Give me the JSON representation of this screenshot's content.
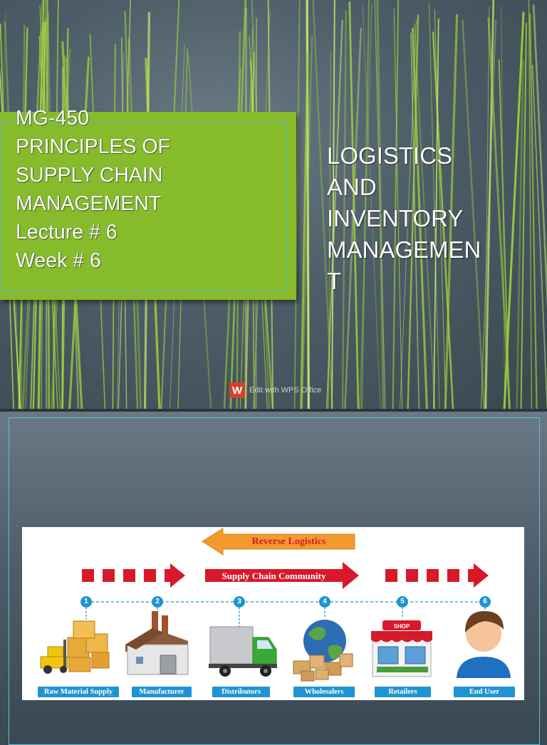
{
  "slide1": {
    "title_lines": [
      "MG-450",
      "PRINCIPLES OF",
      "SUPPLY CHAIN",
      "MANAGEMENT",
      "Lecture # 6",
      "Week # 6"
    ],
    "subtitle_lines": [
      "LOGISTICS",
      "AND",
      "INVENTORY",
      "MANAGEMEN",
      "T"
    ],
    "watermark": {
      "icon": "W",
      "text": "Edit with WPS Office"
    },
    "colors": {
      "title_box": "#86bb2c",
      "grass": "#9bcf3a",
      "background": "#4d5d68"
    }
  },
  "slide2": {
    "diagram": {
      "reverse_label": "Reverse Logistics",
      "community_label": "Supply Chain Community",
      "stages": [
        {
          "number": "1",
          "label": "Raw Material Supply",
          "icon": "forklift-boxes-icon"
        },
        {
          "number": "2",
          "label": "Manufacturer",
          "icon": "factory-icon"
        },
        {
          "number": "3",
          "label": "Distributors",
          "icon": "truck-icon"
        },
        {
          "number": "4",
          "label": "Wholesalers",
          "icon": "globe-boxes-icon"
        },
        {
          "number": "5",
          "label": "Retailers",
          "icon": "shop-icon"
        },
        {
          "number": "6",
          "label": "End User",
          "icon": "person-icon"
        }
      ],
      "shop_sign": "SHOP",
      "colors": {
        "arrow_red": "#d7192a",
        "arrow_orange": "#f29a2e",
        "badge_blue": "#1f94d2"
      }
    }
  }
}
